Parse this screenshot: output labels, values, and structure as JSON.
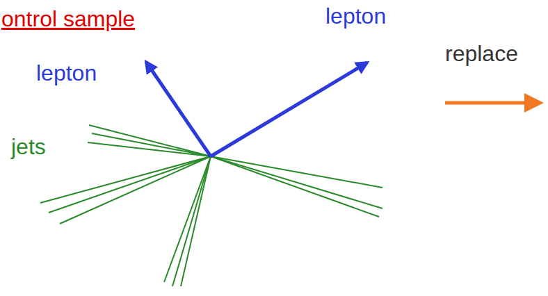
{
  "diagram": {
    "labels": [
      "ontrol sample",
      "lepton",
      "lepton",
      "jets",
      "replace"
    ]
  }
}
